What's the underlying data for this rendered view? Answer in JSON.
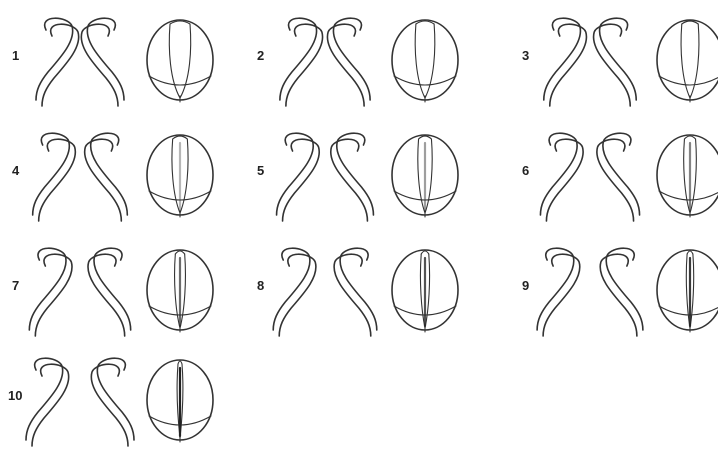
{
  "figure": {
    "panels": [
      {
        "label": "1",
        "fold": 0
      },
      {
        "label": "2",
        "fold": 1
      },
      {
        "label": "3",
        "fold": 2
      },
      {
        "label": "4",
        "fold": 3
      },
      {
        "label": "5",
        "fold": 4
      },
      {
        "label": "6",
        "fold": 5
      },
      {
        "label": "7",
        "fold": 6
      },
      {
        "label": "8",
        "fold": 7
      },
      {
        "label": "9",
        "fold": 8
      },
      {
        "label": "10",
        "fold": 9
      }
    ]
  }
}
